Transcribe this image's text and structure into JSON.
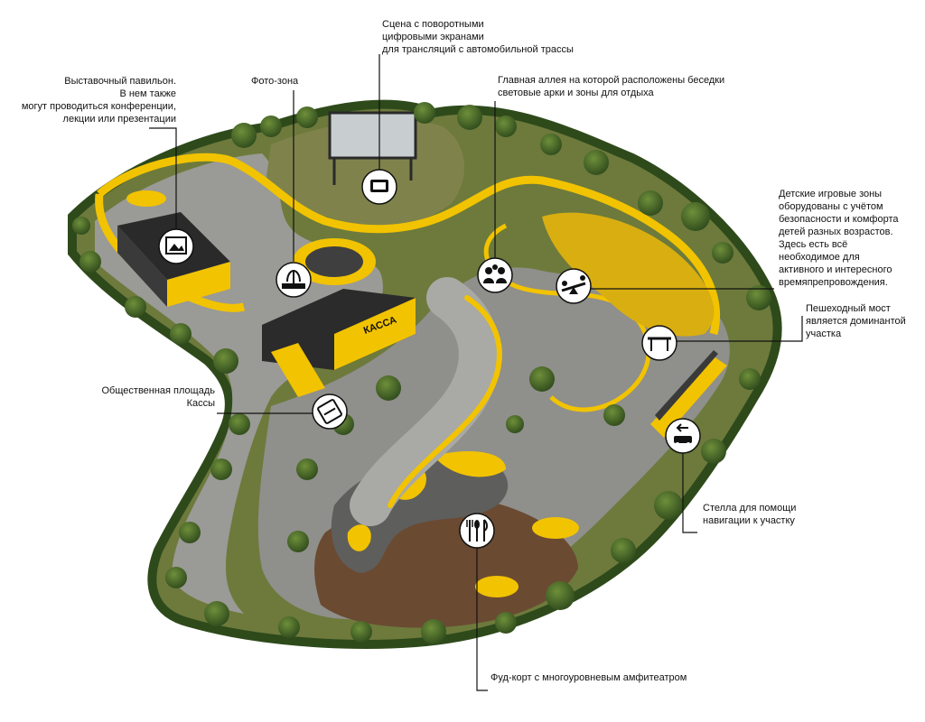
{
  "annotations": {
    "stage": [
      "Сцена с поворотными",
      "цифровыми экранами",
      "для трансляций с автомобильной трассы"
    ],
    "pavilion": [
      "Выставочный павильон.",
      "В нем также",
      "могут проводиться конференции,",
      "лекции или презентации"
    ],
    "photo": [
      "Фото-зона"
    ],
    "alley": [
      "Главная аллея на которой расположены беседки",
      "световые арки и зоны для отдыха"
    ],
    "kids": [
      "Детские игровые зоны",
      "оборудованы с учётом",
      "безопасности и комфорта",
      "детей разных возрастов.",
      "Здесь есть всё",
      "необходимое для",
      "активного и интересного",
      "времяпрепровождения."
    ],
    "bridge": [
      "Пешеходный мост",
      "является доминантой",
      "участка"
    ],
    "plaza": [
      "Общественная площадь",
      "Кассы"
    ],
    "stele": [
      "Стелла для помощи",
      "навигации к участку"
    ],
    "foodcourt": [
      "Фуд-корт с многоуровневым амфитеатром"
    ]
  },
  "signage": {
    "kassa": "КАССА"
  },
  "icons": [
    "stage-screen-icon",
    "gallery-icon",
    "fountain-icon",
    "people-group-icon",
    "seesaw-icon",
    "bridge-icon",
    "ticket-icon",
    "direction-car-icon",
    "cutlery-icon"
  ],
  "colors": {
    "accent": "#f2c300",
    "ground": "#8e8e8a",
    "lawn": "#7c7f4c",
    "green": "#3f5a26",
    "wood": "#6b4a32"
  }
}
